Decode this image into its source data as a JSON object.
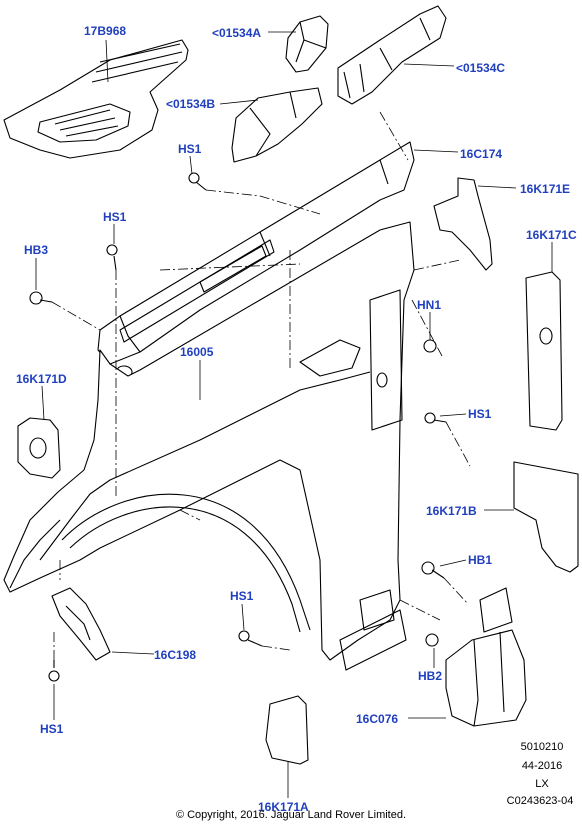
{
  "labels": {
    "l17B968": "17B968",
    "l01534A": "<01534A",
    "l01534C": "<01534C",
    "l01534B": "<01534B",
    "lHS1_a": "HS1",
    "l16C174": "16C174",
    "l16K171E": "16K171E",
    "lHS1_b": "HS1",
    "lHB3": "HB3",
    "l16K171C": "16K171C",
    "lHN1": "HN1",
    "l16005": "16005",
    "l16K171D": "16K171D",
    "lHS1_c": "HS1",
    "l16K171B": "16K171B",
    "lHB1": "HB1",
    "lHS1_d": "HS1",
    "l16C198": "16C198",
    "lHB2": "HB2",
    "lHS1_e": "HS1",
    "l16C076": "16C076",
    "l16K171A": "16K171A"
  },
  "info": {
    "line1": "5010210",
    "line2": "44-2016",
    "line3": "LX",
    "line4": "C0243623-04"
  },
  "copyright": "© Copyright, 2016. Jaguar Land Rover Limited.",
  "colors": {
    "label": "#1f3fbf",
    "line": "#000000",
    "part_fill": "#ffffff"
  }
}
